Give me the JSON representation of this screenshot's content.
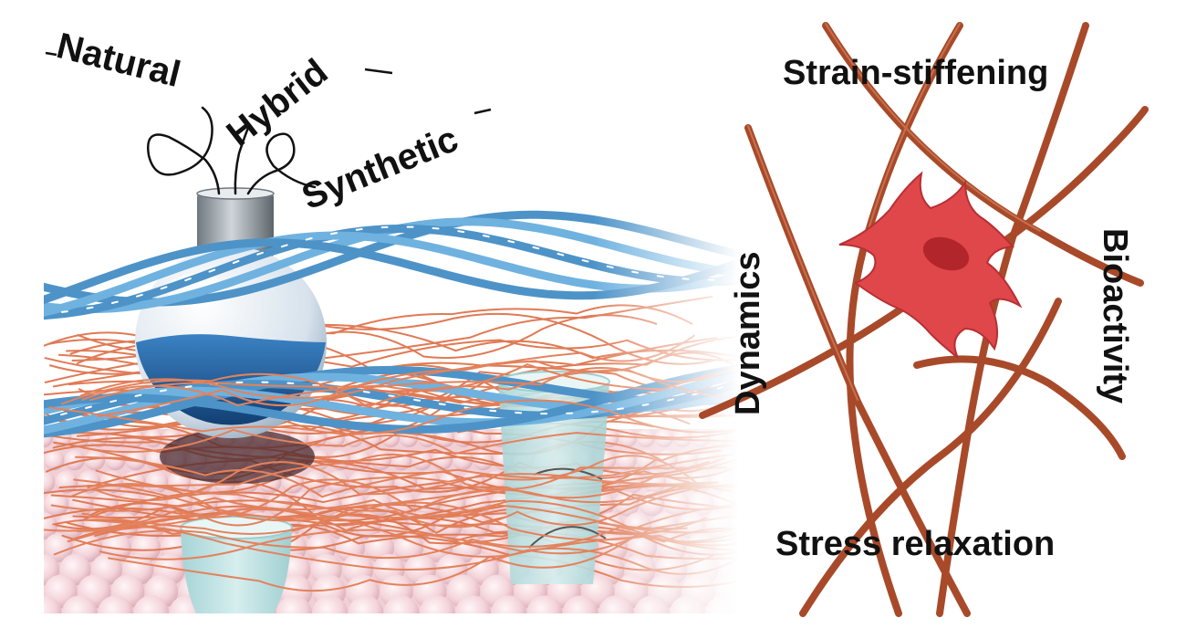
{
  "labels": {
    "natural": "Natural",
    "hybrid": "Hybrid",
    "synthetic": "Synthetic",
    "strain_stiffening": "Strain-stiffening",
    "dynamics": "Dynamics",
    "bioactivity": "Bioactivity",
    "stress_relaxation": "Stress relaxation"
  },
  "colors": {
    "fiber_blue": "#5ea3d6",
    "fiber_orange": "#e07a55",
    "network_fiber": "#a84a2a",
    "cell_red": "#e0474a",
    "bead_pink": "#f3d6db",
    "cup_teal": "#b9dfe0",
    "flask_blue": "#2f6fb0"
  }
}
